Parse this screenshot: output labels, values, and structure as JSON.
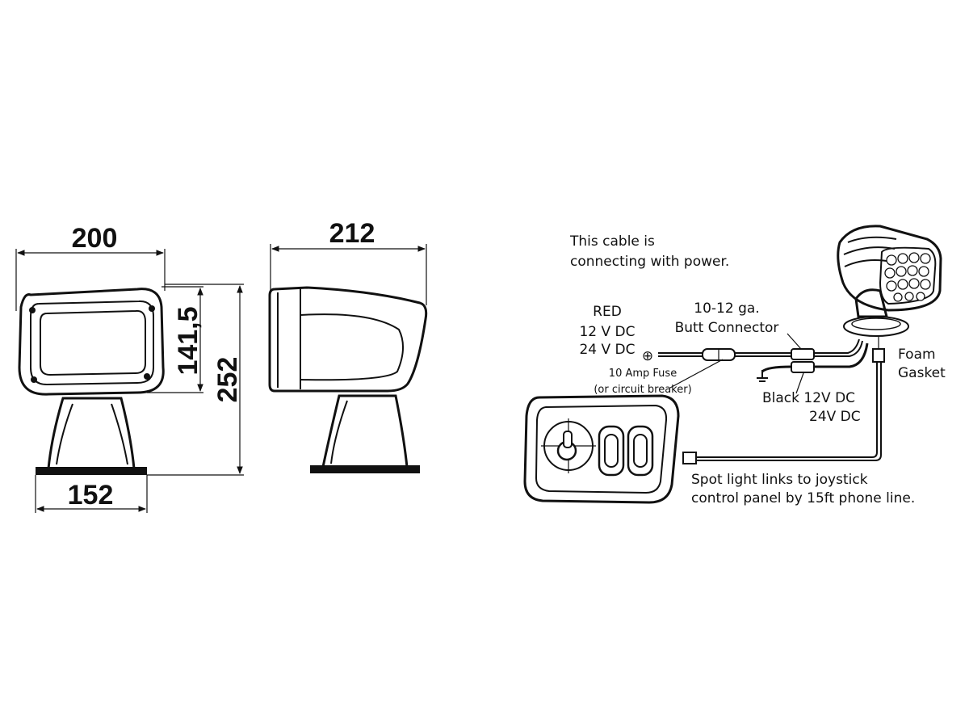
{
  "dimensions": {
    "front_width": "200",
    "light_height": "141,5",
    "total_height": "252",
    "base_width": "152",
    "side_width": "212"
  },
  "wiring": {
    "cable_note_line1": "This cable is",
    "cable_note_line2": "connecting with power.",
    "red_label": "RED",
    "red_v1": "12 V DC",
    "red_v2": "24 V DC",
    "plus_symbol": "⊕",
    "butt_line1": "10-12 ga.",
    "butt_line2": "Butt Connector",
    "fuse_line1": "10 Amp Fuse",
    "fuse_line2": "(or circuit breaker)",
    "foam_line1": "Foam",
    "foam_line2": "Gasket",
    "black_line1": "Black 12V DC",
    "black_line2": "24V DC",
    "spot_line1": "Spot light links to joystick",
    "spot_line2": "control panel by 15ft phone line."
  }
}
